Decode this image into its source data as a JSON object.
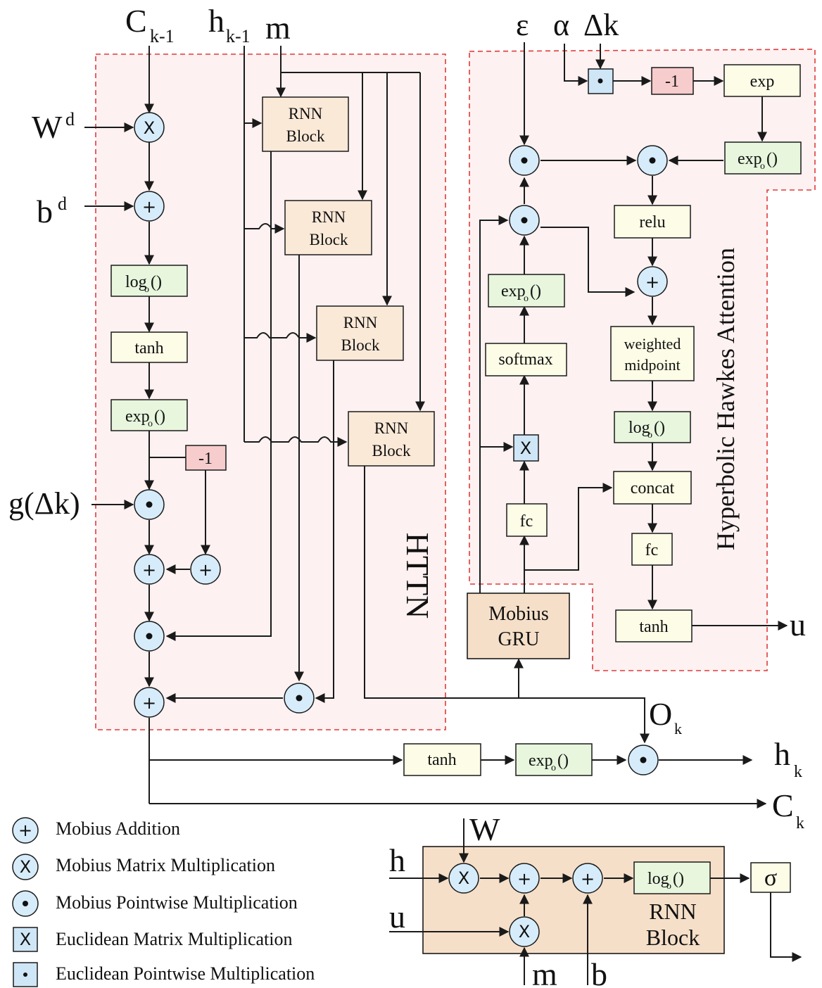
{
  "regions": {
    "httn": "HTTN",
    "hawkes": "Hyperbolic Hawkes Attention"
  },
  "inputs": {
    "c_prev": "C",
    "c_prev_sub": "k-1",
    "h_prev": "h",
    "h_prev_sub": "k-1",
    "m": "m",
    "wd": "W",
    "wd_sup": "d",
    "bd": "b",
    "bd_sup": "d",
    "g_dk": "g(Δk)",
    "eps": "ε",
    "alpha": "α",
    "dk": "Δk"
  },
  "outputs": {
    "u": "u",
    "o": "O",
    "o_sub": "k",
    "h": "h",
    "h_sub": "k",
    "c": "C",
    "c_sub": "k"
  },
  "ops": {
    "mob_add": "+",
    "mob_mat": "X",
    "mob_pw": "•",
    "euc_mat": "X",
    "euc_pw": "•"
  },
  "boxes": {
    "log": "log",
    "exp": "exp",
    "o_sub": "o",
    "paren": "()",
    "tanh": "tanh",
    "minus_one": "-1",
    "rnn_line1": "RNN",
    "rnn_line2": "Block",
    "exp_plain": "exp",
    "relu": "relu",
    "softmax": "softmax",
    "wm_line1": "weighted",
    "wm_line2": "midpoint",
    "concat": "concat",
    "fc": "fc",
    "gru_line1": "Mobius",
    "gru_line2": "GRU",
    "sigma": "σ"
  },
  "legend": [
    {
      "icon": "mobius-addition",
      "label": "Mobius Addition"
    },
    {
      "icon": "mobius-matrix-multiplication",
      "label": "Mobius Matrix Multiplication"
    },
    {
      "icon": "mobius-pointwise-multiplication",
      "label": "Mobius Pointwise Multiplication"
    },
    {
      "icon": "euclidean-matrix-multiplication",
      "label": "Euclidean Matrix Multiplication"
    },
    {
      "icon": "euclidean-pointwise-multiplication",
      "label": "Euclidean Pointwise Multiplication"
    }
  ],
  "rnn_detail": {
    "w": "W",
    "h": "h",
    "u": "u",
    "m": "m",
    "b": "b",
    "label_line1": "RNN",
    "label_line2": "Block"
  },
  "colors": {
    "region_border": "#e03a3a",
    "region_fill": "#fdf1f1",
    "op_fill": "#d6ecfb",
    "yellow_box": "#fdfce6",
    "green_box": "#e7f6dd",
    "pink_box": "#f6cccc",
    "rnn_box": "#fbe9d8"
  }
}
